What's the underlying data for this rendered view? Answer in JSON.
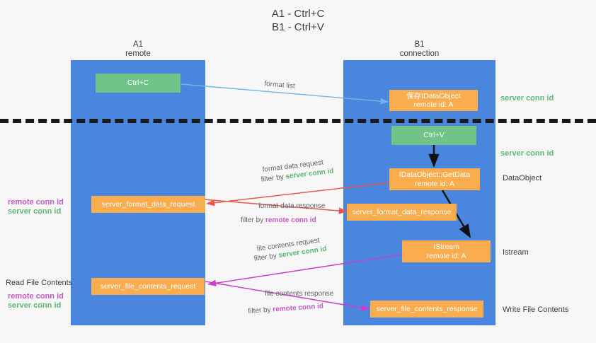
{
  "title": "A1 - Ctrl+C\nB1 - Ctrl+V",
  "lanes": {
    "a": {
      "label": "A1\nremote"
    },
    "b": {
      "label": "B1\nconnection"
    }
  },
  "boxes": {
    "ctrl_c": "Ctrl+C",
    "ctrl_v": "Ctrl+V",
    "save_idataobject": "保存IDataObject\nremote id: A",
    "idataobject_getdata": "IDataObject::GetData\nremote id: A",
    "istream": "IStream\nremote id: A",
    "server_format_data_request": "server_format_data_request",
    "server_format_data_response": "server_format_data_response",
    "server_file_contents_request": "server_file_contents_request",
    "server_file_contents_response": "server_file_contents_response"
  },
  "right_labels": {
    "server_conn_id_1": "server conn id",
    "server_conn_id_2": "server conn id",
    "dataobject": "DataObject",
    "istream": "Istream",
    "write_file_contents": "Write File Contents"
  },
  "left_labels": {
    "format_remote": "remote conn id",
    "format_server": "server conn id",
    "read_file_contents": "Read File Contents",
    "file_remote": "remote conn id",
    "file_server": "server conn id"
  },
  "edges": {
    "format_list": "format list",
    "format_data_request": "format data request",
    "format_data_request_filter_prefix": "filter by ",
    "format_data_request_filter_value": "server conn id",
    "format_data_response": "format data response",
    "format_data_response_filter_prefix": "filter by ",
    "format_data_response_filter_value": "remote conn id",
    "file_contents_request": "file contents request",
    "file_contents_request_filter_prefix": "filter by ",
    "file_contents_request_filter_value": "server conn id",
    "file_contents_response": "file contents response",
    "file_contents_response_filter_prefix": "filter by ",
    "file_contents_response_filter_value": "remote conn id"
  },
  "colors": {
    "lane": "#4a86dd",
    "green_box": "#72c387",
    "orange_box": "#f9ad4f",
    "server_conn": "#5cb874",
    "remote_conn": "#c45ac4",
    "arrow_blue": "#6fb7e8",
    "arrow_red": "#e8584f",
    "arrow_magenta": "#c93fc9",
    "arrow_black": "#111111",
    "background": "#f7f7f7"
  }
}
